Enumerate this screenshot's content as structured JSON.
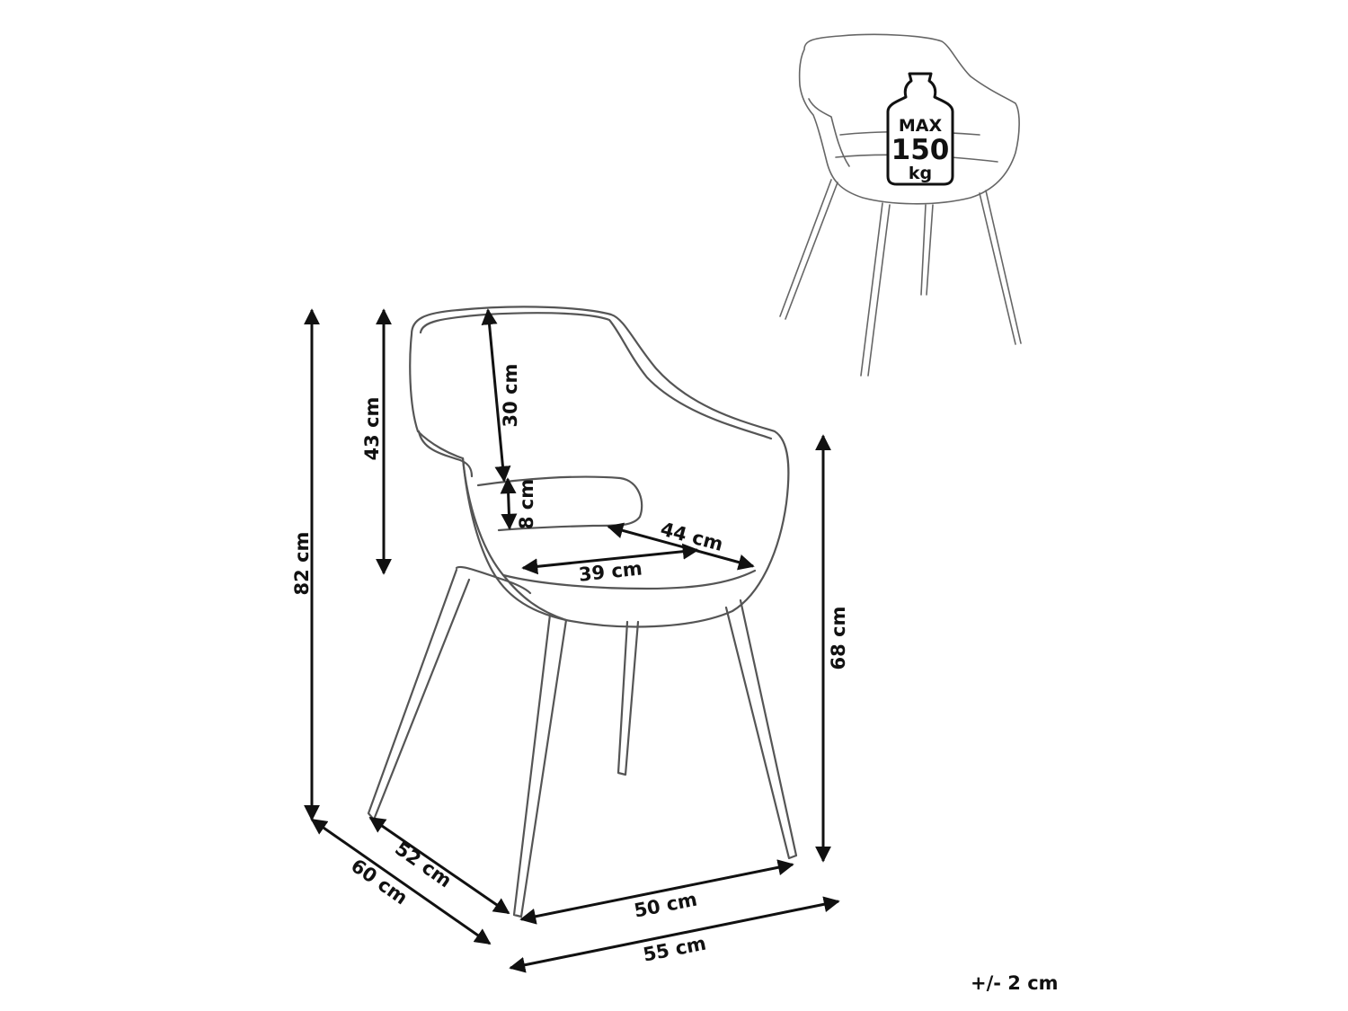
{
  "dimensions": {
    "total_height": "82 cm",
    "backrest_height": "43 cm",
    "backrest_inner_height": "30 cm",
    "backrest_opening": "8 cm",
    "seat_depth": "44 cm",
    "seat_width": "39 cm",
    "seat_height": "68 cm",
    "base_depth": "52 cm",
    "total_depth": "60 cm",
    "base_width": "50 cm",
    "total_width": "55 cm"
  },
  "weight_badge": {
    "line1": "MAX",
    "line2": "150",
    "line3": "kg"
  },
  "tolerance": "+/- 2 cm",
  "colors": {
    "outline": "#555555",
    "dimension_line": "#111111"
  }
}
